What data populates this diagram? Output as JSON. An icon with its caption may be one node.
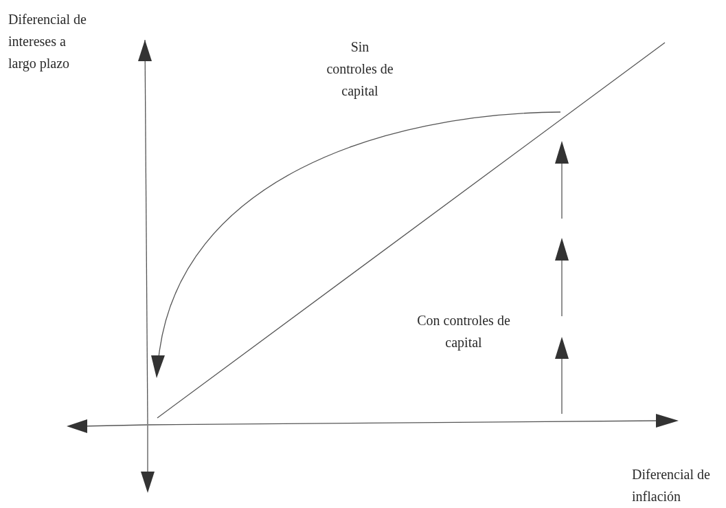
{
  "diagram": {
    "labels": [
      "Diferencial de intereses a largo plazo",
      "Sin controles de capital",
      "Con controles de capital",
      "Diferencial de inflación"
    ]
  }
}
